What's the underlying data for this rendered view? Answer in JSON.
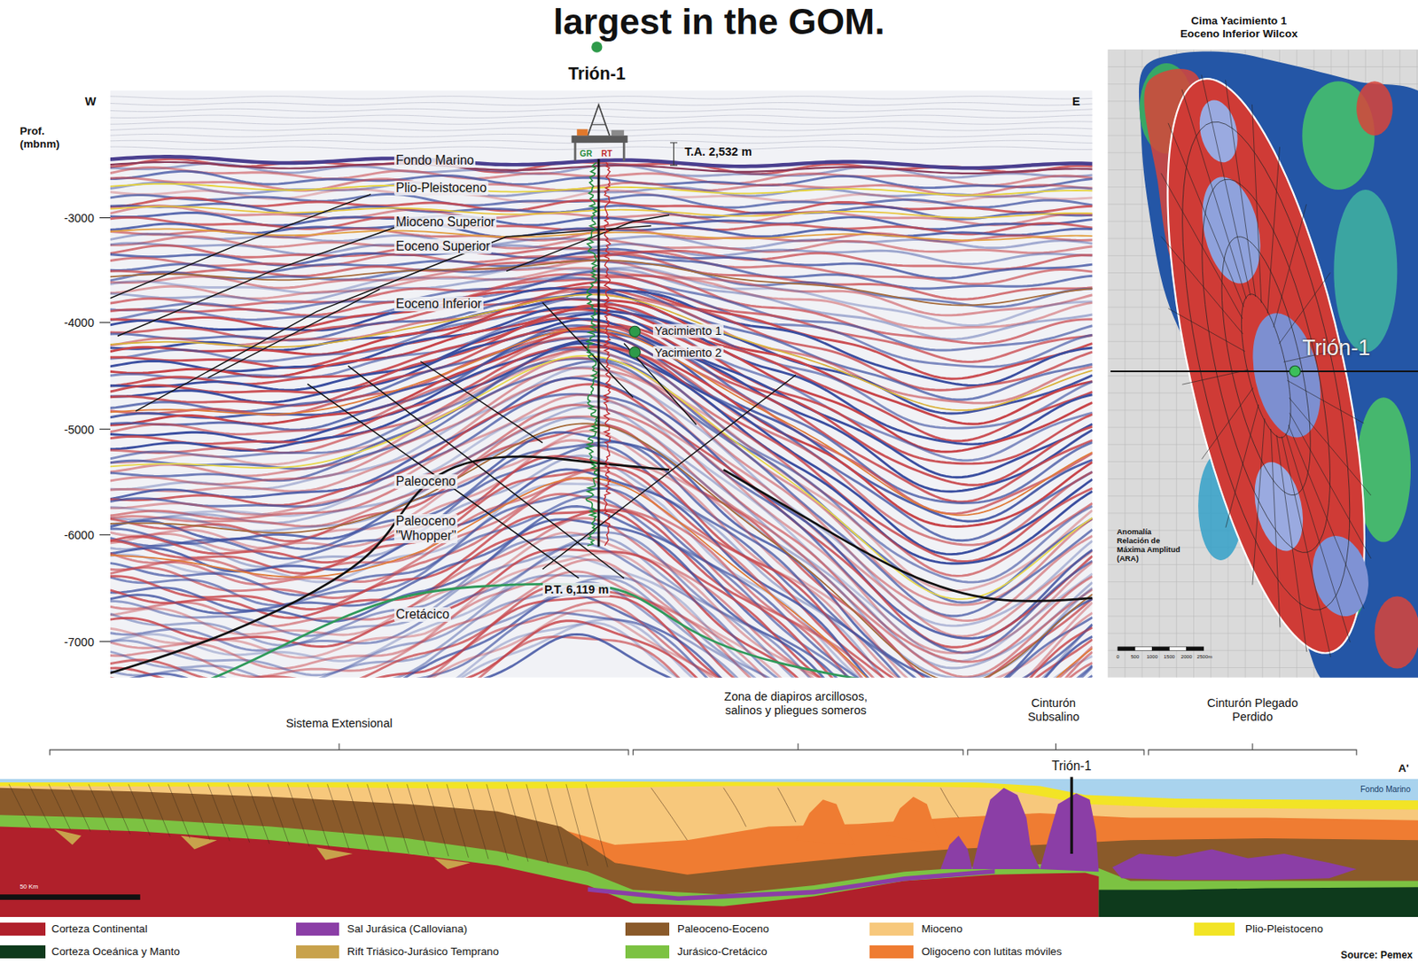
{
  "diagram": {
    "title": "largest in the GOM.",
    "labels": [
      "Trión-1",
      "W",
      "E",
      "Prof.",
      "(mbnm)",
      "-3000",
      "-4000",
      "-5000",
      "-6000",
      "-7000",
      "T.A. 2,532 m",
      "GR",
      "RT",
      "Fondo Marino",
      "Plio-Pleistoceno",
      "Mioceno Superior",
      "Eoceno Superior",
      "Eoceno Inferior",
      "Yacimiento 1",
      "Yacimiento 2",
      "Paleoceno",
      "Paleoceno \"Whopper\"",
      "P.T. 6,119 m",
      "Cretácico",
      "Cima Yacimiento 1 Eoceno Inferior Wilcox",
      "Trión-1",
      "Anomalía Relación de Máxima Amplitud (ARA)",
      "0",
      "500",
      "1000",
      "1500",
      "2000",
      "2500m",
      "Sistema Extensional",
      "Zona de diapiros arcillosos, salinos y pliegues someros",
      "Cinturón Subsalino",
      "Cinturón Plegado Perdido",
      "Trión-1",
      "A'",
      "Fondo Marino",
      "50 Km",
      "Source: Pemex"
    ],
    "legend": [
      {
        "text": "Corteza Continental",
        "color": "#b0202b"
      },
      {
        "text": "Sal Jurásica (Calloviana)",
        "color": "#8b3ea6"
      },
      {
        "text": "Paleoceno-Eoceno",
        "color": "#8a5a2a"
      },
      {
        "text": "Mioceno",
        "color": "#f7c87c"
      },
      {
        "text": "Plio-Pleistoceno",
        "color": "#f2e426"
      },
      {
        "text": "Corteza Oceánica y Manto",
        "color": "#0e3a1c"
      },
      {
        "text": "Rift Triásico-Jurásico Temprano",
        "color": "#c8a24c"
      },
      {
        "text": "Jurásico-Cretácico",
        "color": "#7cc242"
      },
      {
        "text": "Oligoceno con lutitas móviles",
        "color": "#ef7c32"
      }
    ]
  }
}
